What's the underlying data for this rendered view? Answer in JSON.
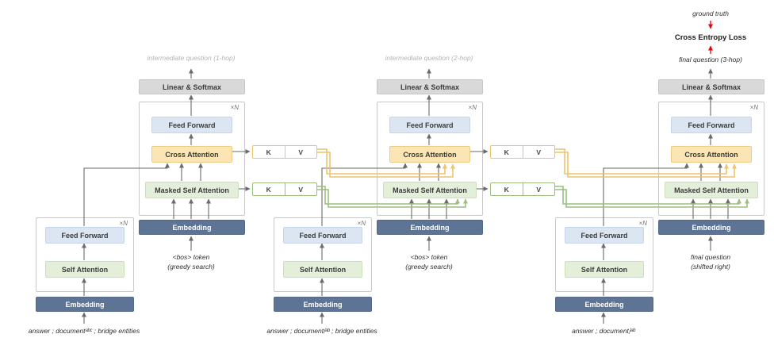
{
  "labels": {
    "feed_forward": "Feed Forward",
    "self_attention": "Self Attention",
    "masked_self_attention": "Masked Self Attention",
    "cross_attention": "Cross Attention",
    "embedding": "Embedding",
    "linear_softmax": "Linear & Softmax",
    "repeat": "×N",
    "k": "K",
    "v": "V"
  },
  "outputs": {
    "unit1": "intermediate question (1-hop)",
    "unit2": "intermediate question (2-hop)",
    "unit3": "final question (3-hop)"
  },
  "loss": {
    "ground_truth": "ground truth",
    "label": "Cross Entropy Loss"
  },
  "decoder_inputs": {
    "bos_line1": "<bos> token",
    "bos_line2": "(greedy search)",
    "final_line1": "final question",
    "final_line2": "(shifted right)"
  },
  "encoder_inputs": {
    "unit1": "answer ; documentᵃᵇᶜ ; bridge entities",
    "unit2": "answer ; documentᵢˡᵃᵇ ; bridge entities",
    "unit3": "answer ; documentⱼˡᵃᵇ"
  },
  "colors": {
    "embedding": "#5e7494",
    "feed_forward": "#dce6f2",
    "attention_green": "#e3efd9",
    "cross_attention_yellow": "#fbe5b4",
    "linear_softmax_gray": "#d9d9d9",
    "kv_yellow_border": "#ecc46a",
    "kv_green_border": "#9cbf7f",
    "wire_gray": "#6a6a6a",
    "loss_red": "#e8000b"
  }
}
